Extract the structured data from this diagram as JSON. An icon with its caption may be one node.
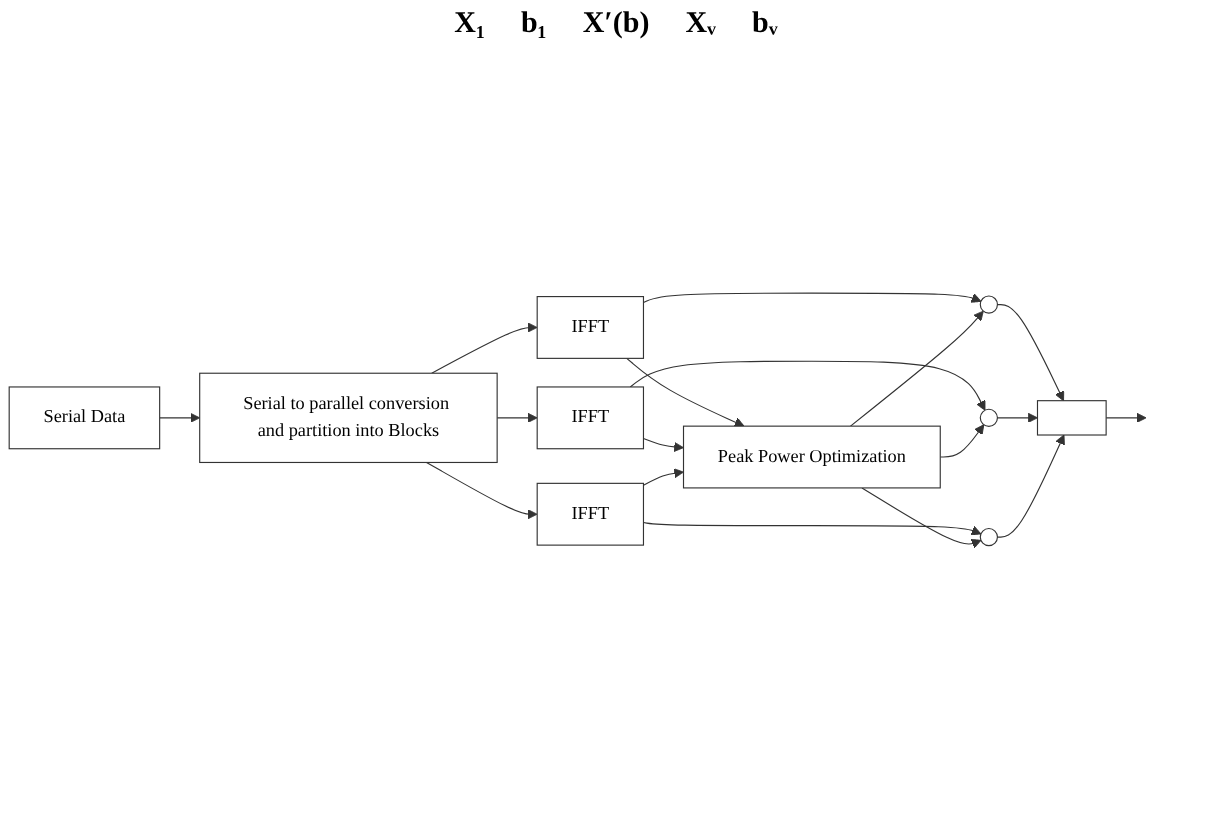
{
  "diagram": {
    "nodes": [
      {
        "text": [
          "Serial Data"
        ]
      },
      {
        "text": [
          "Serial to parallel conversion and partition into Blocks"
        ]
      },
      {
        "text": [
          "IFFT"
        ]
      },
      {
        "text": [
          "IFFT"
        ]
      },
      {
        "text": [
          "IFFT"
        ]
      },
      {
        "text": [],
        "shape": "circle"
      },
      {
        "text": [],
        "shape": "circle"
      },
      {
        "text": [],
        "shape": "circle"
      },
      {
        "text": [],
        "shape": "box"
      },
      {
        "text": [
          "Peak Power Optimization"
        ]
      }
    ],
    "edges": [
      {
        "from": 0,
        "to": 1,
        "arrow": "to"
      },
      {
        "from": 1,
        "to": 2,
        "arrow": "to"
      },
      {
        "from": 1,
        "to": 3,
        "arrow": "to"
      },
      {
        "from": 1,
        "to": 4,
        "arrow": "to"
      },
      {
        "from": 2,
        "to": 5,
        "arrow": "to"
      },
      {
        "from": 3,
        "to": 6,
        "arrow": "to"
      },
      {
        "from": 4,
        "to": 7,
        "arrow": "to"
      },
      {
        "from": 5,
        "to": 8,
        "arrow": "to"
      },
      {
        "from": 6,
        "to": 8,
        "arrow": "to"
      },
      {
        "from": 7,
        "to": 8,
        "arrow": "to"
      },
      {
        "from": 8,
        "to": null,
        "arrow": "to"
      },
      {
        "from": 2,
        "to": 9,
        "arrow": "to"
      },
      {
        "from": 3,
        "to": 9,
        "arrow": "to"
      },
      {
        "from": 4,
        "to": 9,
        "arrow": "to"
      },
      {
        "from": 9,
        "to": 5,
        "arrow": "to"
      },
      {
        "from": 9,
        "to": 6,
        "arrow": "to"
      },
      {
        "from": 9,
        "to": 7,
        "arrow": "to"
      }
    ],
    "labels": [
      "X₁",
      "b₁",
      "X′(b)",
      "Xᵥ",
      "bᵥ"
    ]
  }
}
